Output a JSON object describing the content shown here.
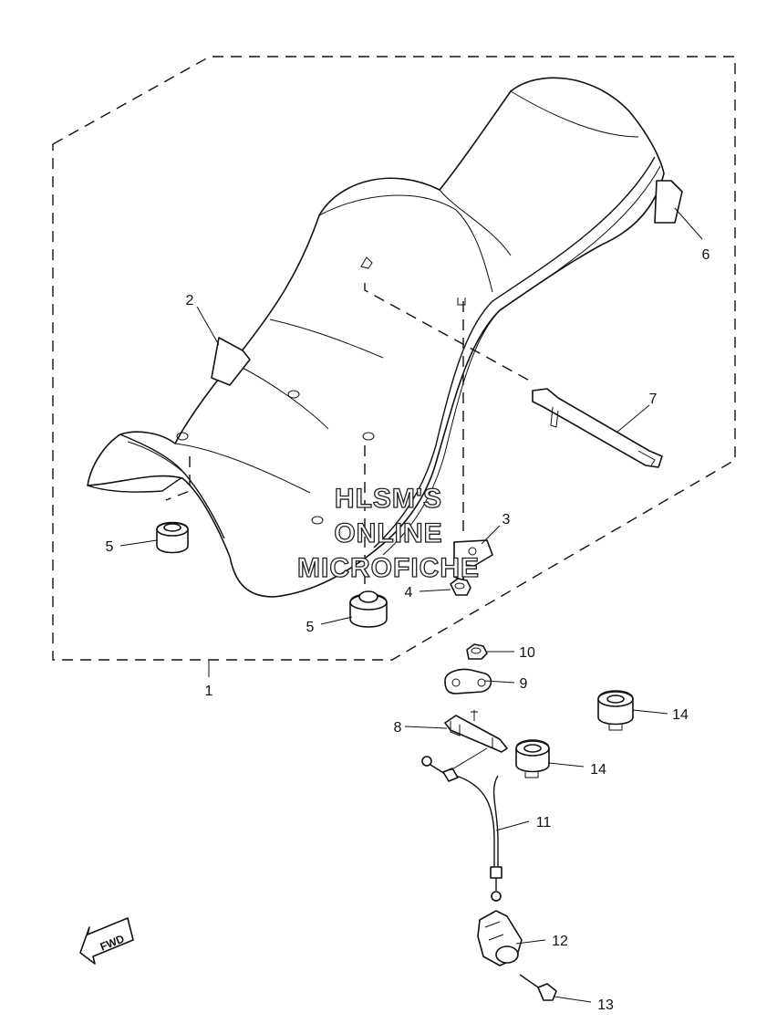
{
  "watermark": {
    "line1": "HLSM'S",
    "line2": "ONLINE",
    "line3": "MICROFICHE"
  },
  "fwd_label": "FWD",
  "callouts": [
    {
      "id": "c1",
      "number": "1"
    },
    {
      "id": "c2",
      "number": "2"
    },
    {
      "id": "c3",
      "number": "3"
    },
    {
      "id": "c4",
      "number": "4"
    },
    {
      "id": "c5a",
      "number": "5"
    },
    {
      "id": "c5b",
      "number": "5"
    },
    {
      "id": "c6",
      "number": "6"
    },
    {
      "id": "c7",
      "number": "7"
    },
    {
      "id": "c8",
      "number": "8"
    },
    {
      "id": "c9",
      "number": "9"
    },
    {
      "id": "c10",
      "number": "10"
    },
    {
      "id": "c11",
      "number": "11"
    },
    {
      "id": "c12",
      "number": "12"
    },
    {
      "id": "c13",
      "number": "13"
    },
    {
      "id": "c14a",
      "number": "14"
    },
    {
      "id": "c14b",
      "number": "14"
    }
  ]
}
